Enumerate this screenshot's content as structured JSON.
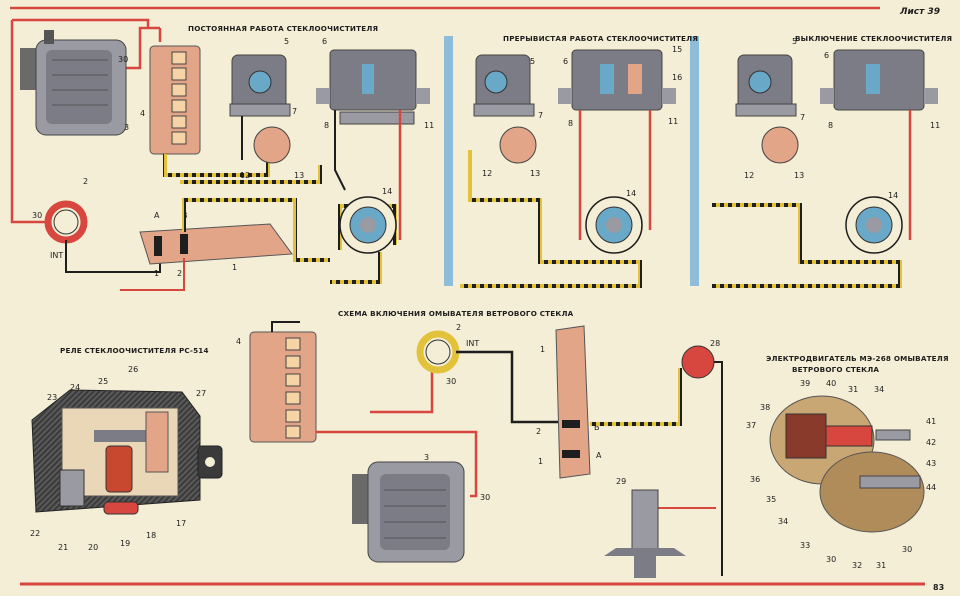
{
  "sheet_label": "Лист 39",
  "page_number": "83",
  "colors": {
    "background": "#f4eed6",
    "wire_red": "#d8473f",
    "wire_yellow_black": "#e2c23a",
    "wire_black": "#1e1e1e",
    "wire_white": "#ffffff",
    "body_orange": "#e3a588",
    "body_grey": "#7c7c86",
    "coil_blue": "#6aa8c8",
    "divider_blue": "#8fbcd8"
  },
  "titles": {
    "panel1": "Постоянная работа стеклоочистителя",
    "panel2": "Прерывистая работа стеклоочистителя",
    "panel3": "Выключение стеклоочистителя",
    "washer": "Схема включения омывателя ветрового стекла",
    "relay": "Реле стеклоочистителя РС-514",
    "motor_line1": "Электродвигатель МЭ-268 омывателя",
    "motor_line2": "ветрового стекла"
  },
  "panel1_labels": {
    "n2": "2",
    "n4": "4",
    "n5": "5",
    "n6": "6",
    "n7": "7",
    "n8": "8",
    "n11": "11",
    "n12": "12",
    "n13": "13",
    "n14": "14",
    "t30": "30",
    "t30b": "30",
    "int": "INT",
    "a": "A",
    "b": "B",
    "c1": "1",
    "c2": "2",
    "n1": "1"
  },
  "panel2_labels": {
    "n5": "5",
    "n6": "6",
    "n7": "7",
    "n8": "8",
    "n11": "11",
    "n12": "12",
    "n13": "13",
    "n14": "14",
    "n15": "15",
    "n16": "16"
  },
  "panel3_labels": {
    "n5": "5",
    "n6": "6",
    "n7": "7",
    "n8": "8",
    "n11": "11",
    "n12": "12",
    "n13": "13",
    "n14": "14"
  },
  "washer_labels": {
    "n1": "1",
    "n2": "2",
    "n3": "3",
    "n4": "4",
    "n28": "28",
    "n29": "29",
    "t30a": "30",
    "t30b": "30",
    "int": "INT",
    "b": "B",
    "a": "A",
    "c2": "2",
    "c1": "1"
  },
  "relay_labels": [
    "17",
    "18",
    "19",
    "20",
    "21",
    "22",
    "23",
    "24",
    "25",
    "26",
    "27"
  ],
  "motor_labels": [
    "30",
    "30",
    "31",
    "31",
    "32",
    "33",
    "34",
    "35",
    "36",
    "37",
    "38",
    "39",
    "40",
    "41",
    "42",
    "43",
    "44"
  ]
}
